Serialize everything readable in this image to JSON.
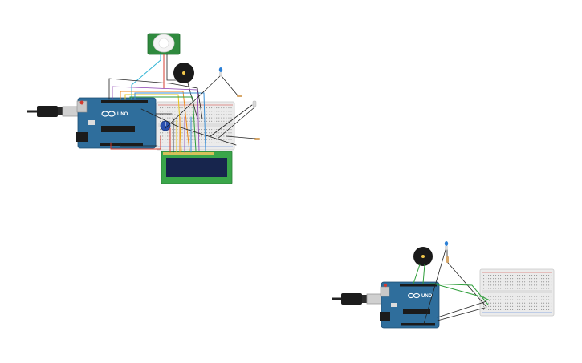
{
  "canvas": {
    "background": "#ffffff"
  },
  "colors": {
    "arduino_board": "#2f6e9c",
    "arduino_dark": "#1f4e73",
    "breadboard": "#ebebeb",
    "lcd_frame": "#3aa64a",
    "lcd_screen": "#17254d",
    "pir_board": "#2f8a3e",
    "buzzer": "#1a1a1a",
    "wire_red": "#d43b2f",
    "wire_black": "#222222",
    "wire_orange": "#f08a1c",
    "wire_yellow": "#e8c61d",
    "wire_green": "#2e9e3a",
    "wire_blue": "#3a8fd6",
    "wire_cyan": "#33b5d6",
    "wire_purple": "#8a3fb0"
  },
  "circuits": [
    {
      "components": [
        "usb-cable",
        "arduino-uno",
        "breadboard",
        "lcd-16x2",
        "pir-sensor",
        "piezo-buzzer",
        "potentiometer",
        "led",
        "resistor",
        "resistor",
        "resistor"
      ],
      "arduino": {
        "model": "UNO"
      }
    },
    {
      "components": [
        "usb-cable",
        "arduino-uno",
        "breadboard",
        "piezo-buzzer",
        "led",
        "resistor"
      ],
      "arduino": {
        "model": "UNO"
      }
    }
  ]
}
